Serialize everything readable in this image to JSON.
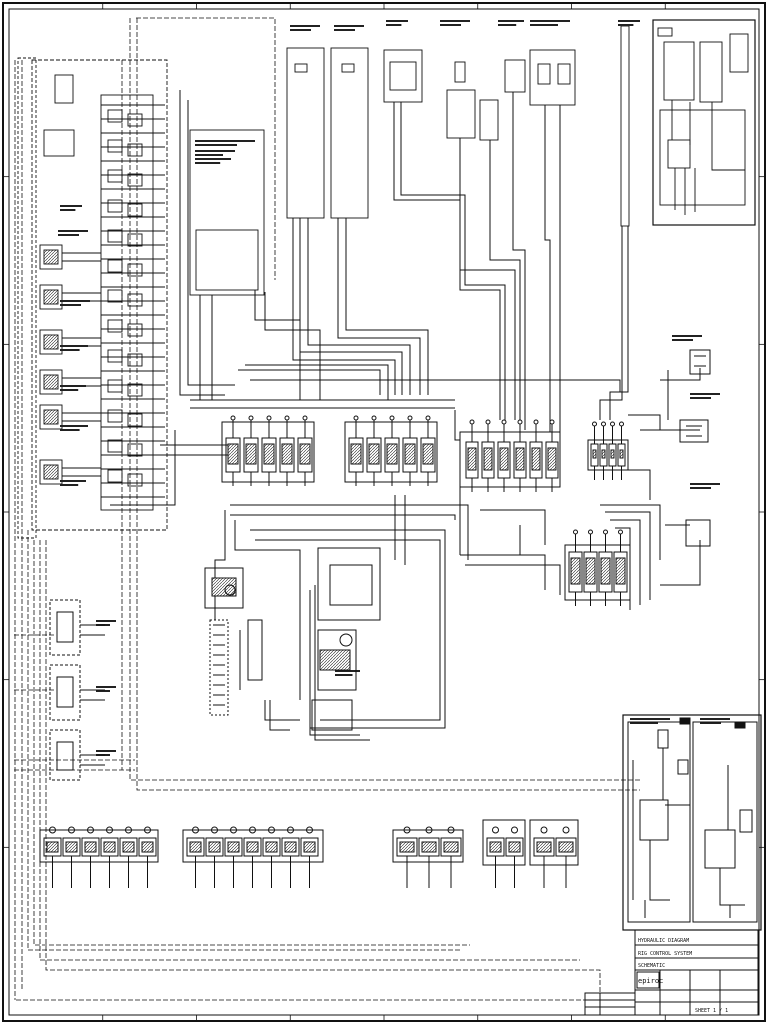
{
  "drawing": {
    "title_block": {
      "company_logo_text": "epiroc",
      "lines": [
        "HYDRAULIC DIAGRAM",
        "RIG CONTROL SYSTEM",
        "SCHEMATIC",
        "SHEET 1 / 1"
      ]
    }
  },
  "colors": {
    "ink": "#111111",
    "paper": "#ffffff",
    "fill_gray": "#d6d6d6"
  }
}
